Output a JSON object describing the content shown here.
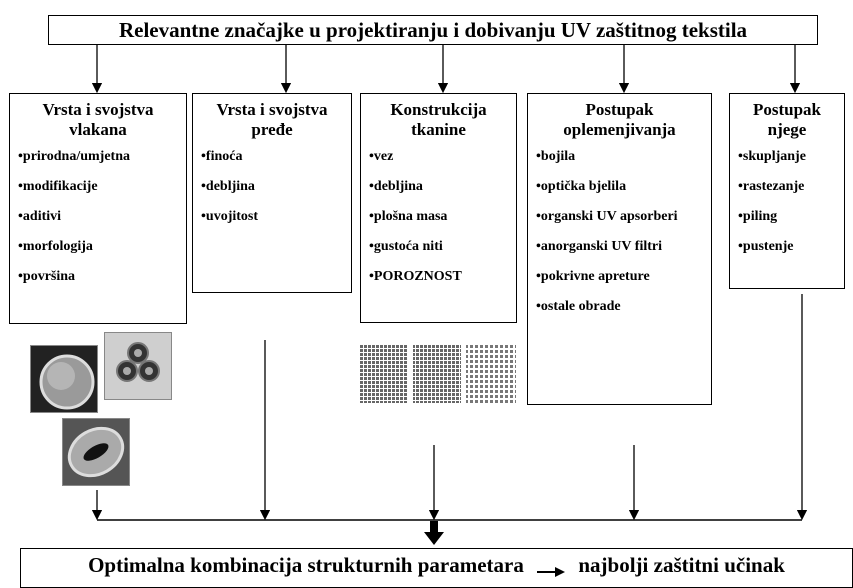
{
  "title": "Relevantne značajke u projektiranju i dobivanju UV zaštitnog tekstila",
  "columns": [
    {
      "heading": "Vrsta i svojstva vlakana",
      "items": [
        "prirodna/umjetna",
        "modifikacije",
        "aditivi",
        "morfologija",
        "površina"
      ]
    },
    {
      "heading": "Vrsta i svojstva pređe",
      "items": [
        "finoća",
        "debljina",
        "uvojitost"
      ]
    },
    {
      "heading": "Konstrukcija tkanine",
      "items": [
        "vez",
        "debljina",
        "plošna masa",
        "gustoća niti",
        "POROZNOST"
      ]
    },
    {
      "heading": "Postupak oplemenjivanja",
      "items": [
        "bojila",
        "optička bjelila",
        "organski UV apsorberi",
        "anorganski UV filtri",
        "pokrivne apreture",
        "ostale obrade"
      ]
    },
    {
      "heading": "Postupak njege",
      "items": [
        "skupljanje",
        "rastezanje",
        "piling",
        "pustenje"
      ]
    }
  ],
  "result": {
    "left": "Optimalna kombinacija strukturnih parametara",
    "right": "najbolji zaštitni učinak"
  },
  "icons": [
    "fiber-cross-section-icon",
    "microfibers-icon",
    "hollow-fiber-icon",
    "fabric-weave-icon"
  ]
}
